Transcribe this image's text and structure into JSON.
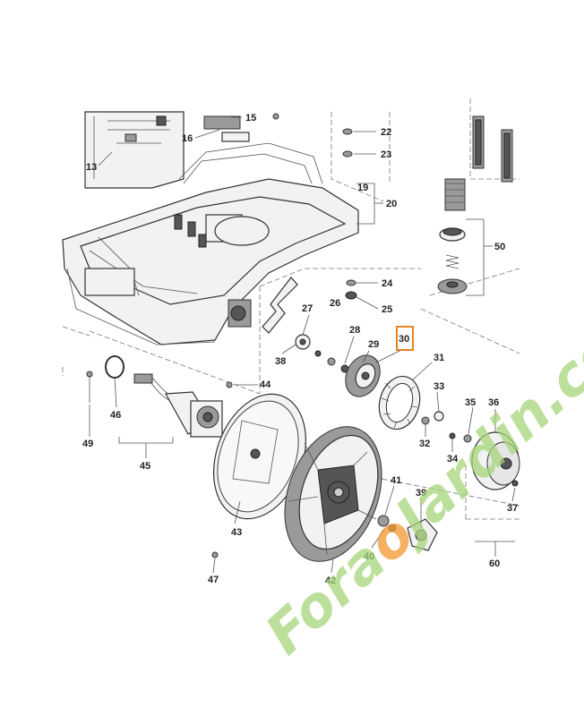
{
  "diagram": {
    "callouts": [
      "15",
      "16",
      "13",
      "22",
      "23",
      "19",
      "20",
      "50",
      "24",
      "26",
      "25",
      "27",
      "28",
      "30",
      "29",
      "31",
      "38",
      "33",
      "35",
      "36",
      "44",
      "32",
      "34",
      "46",
      "49",
      "45",
      "41",
      "39",
      "37",
      "43",
      "40",
      "60",
      "47",
      "42"
    ],
    "highlighted_callout": "30",
    "highlight_color": "#e8821e"
  },
  "watermark": {
    "text_before": "Fora",
    "text_o": "o",
    "text_after": "Jardin.com",
    "color": "#a6d57a",
    "accent_color": "#f39c3c"
  }
}
